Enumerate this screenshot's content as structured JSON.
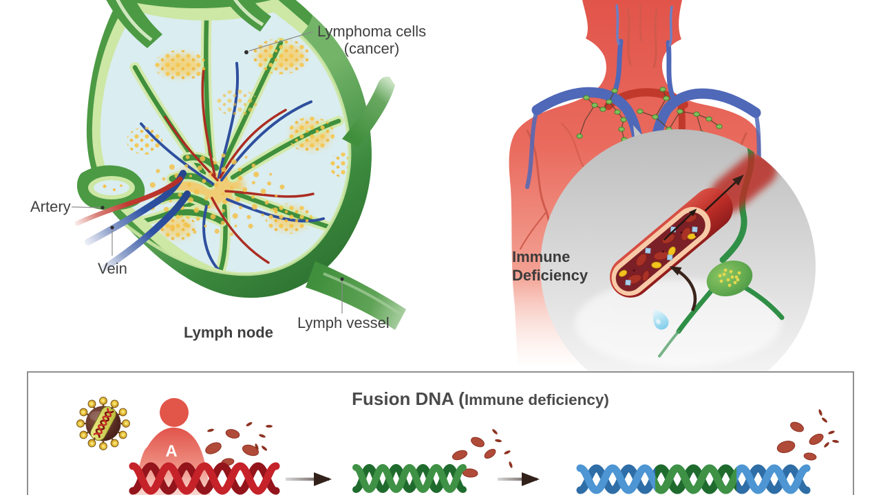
{
  "illustration": {
    "lymph_node": {
      "labels": {
        "lymphoma_line1": "Lymphoma cells",
        "lymphoma_line2": "(cancer)",
        "artery": "Artery",
        "vein": "Vein",
        "node_caption": "Lymph node",
        "vessel": "Lymph vessel"
      }
    },
    "body_inset": {
      "caption_line1": "Immune",
      "caption_line2": "Deficiency"
    },
    "fusion_panel": {
      "title_main": "Fusion DNA (",
      "title_sub": "Immune deficiency)",
      "body_letter": "A"
    },
    "colors": {
      "background": "#ffffff",
      "label_text": "#3f3f3f",
      "title_text": "#4a4a4a",
      "panel_border": "#8f8f8f",
      "node_green": "#3f8f3c",
      "node_green_dark": "#2f7d35",
      "node_rim_light": "#cde7a4",
      "node_interior": "#daedf0",
      "lymphoma_yellow": "#f2c14b",
      "artery_red": "#c0392f",
      "vein_blue": "#2d51a3",
      "body_red": "#e1544a",
      "inset_gray": "#c9c9c9",
      "vessel_red": "#b92d26",
      "lymph_green": "#2f8f46",
      "dna_red": "#c5222a",
      "dna_red_dark": "#93141b",
      "dna_green": "#3f9145",
      "dna_green_dark": "#1f6b2d",
      "dna_blue": "#4d95d3",
      "dna_blue_dark": "#2e6da6",
      "virus_body": "#53281f",
      "virus_knob_gold": "#e9b826",
      "virus_helix": "#c43026",
      "virus_helix_dark": "#7e140e",
      "arrow_dark": "#32211a",
      "blood_cell": "#b04a39"
    }
  }
}
